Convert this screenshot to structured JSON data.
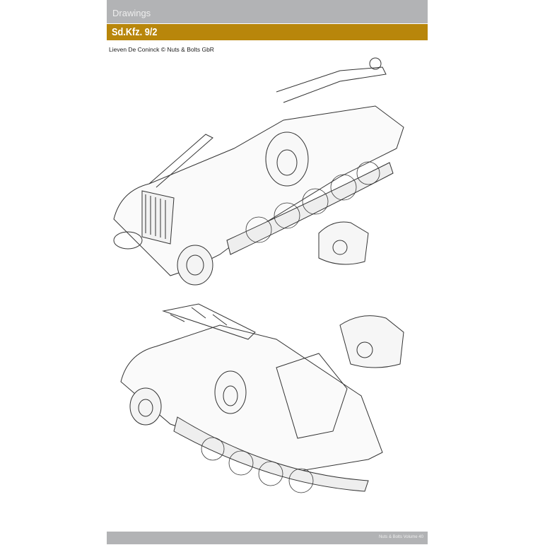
{
  "header": {
    "section": "Drawings",
    "title": "Sd.Kfz. 9/2"
  },
  "credit": "Lieven De Coninck © Nuts & Bolts GbR",
  "footer": {
    "publication": "Nuts & Bolts Volume 40"
  }
}
